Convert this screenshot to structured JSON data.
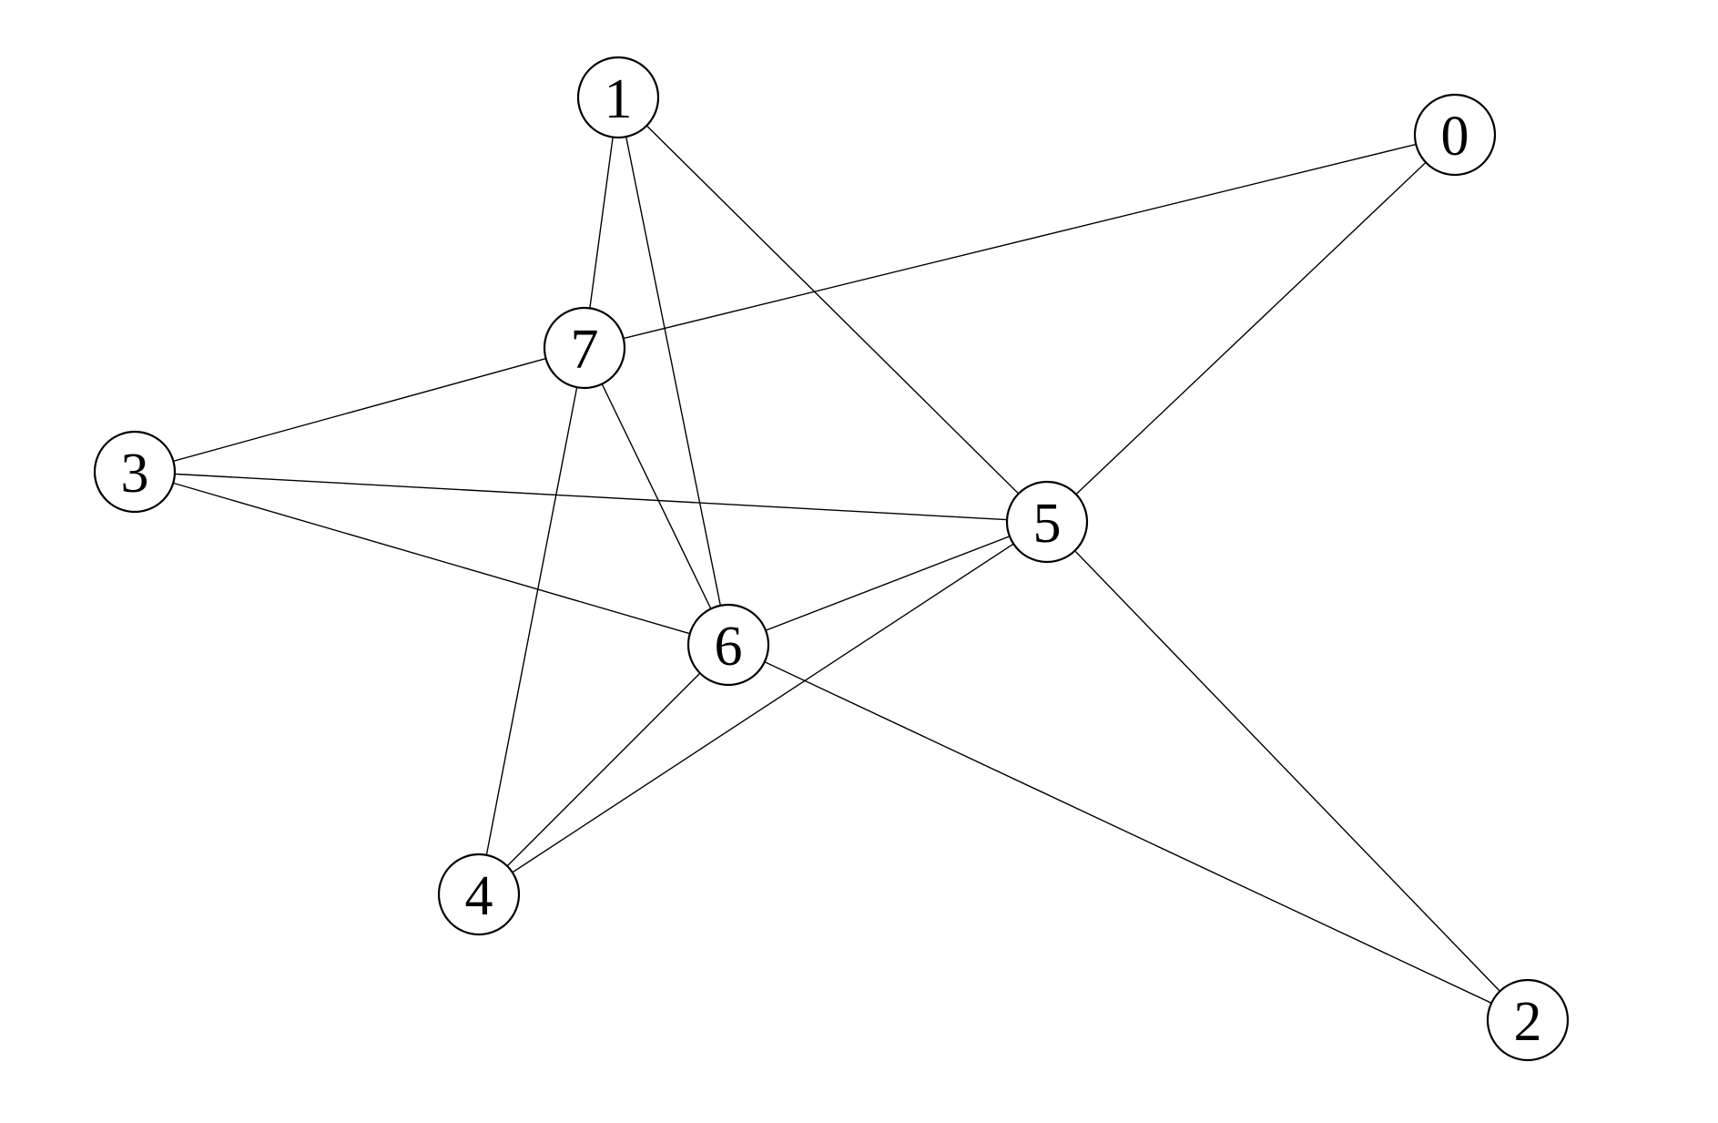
{
  "graph": {
    "nodes": [
      {
        "id": "0",
        "label": "0"
      },
      {
        "id": "1",
        "label": "1"
      },
      {
        "id": "2",
        "label": "2"
      },
      {
        "id": "3",
        "label": "3"
      },
      {
        "id": "4",
        "label": "4"
      },
      {
        "id": "5",
        "label": "5"
      },
      {
        "id": "6",
        "label": "6"
      },
      {
        "id": "7",
        "label": "7"
      }
    ],
    "edges": [
      [
        "1",
        "7"
      ],
      [
        "1",
        "6"
      ],
      [
        "1",
        "5"
      ],
      [
        "0",
        "7"
      ],
      [
        "0",
        "5"
      ],
      [
        "7",
        "3"
      ],
      [
        "7",
        "6"
      ],
      [
        "7",
        "4"
      ],
      [
        "3",
        "5"
      ],
      [
        "3",
        "6"
      ],
      [
        "6",
        "5"
      ],
      [
        "6",
        "4"
      ],
      [
        "6",
        "2"
      ],
      [
        "5",
        "4"
      ],
      [
        "5",
        "2"
      ]
    ],
    "colors": {
      "background": "#ffffff",
      "stroke": "#000000"
    }
  }
}
